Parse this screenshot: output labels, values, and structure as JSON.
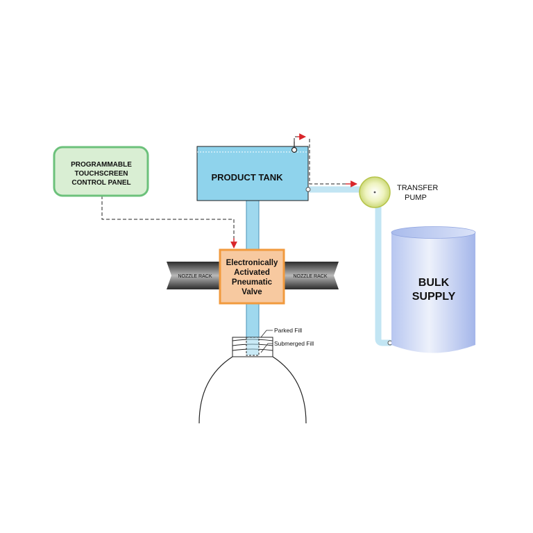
{
  "control_panel": {
    "line1": "PROGRAMMABLE",
    "line2": "TOUCHSCREEN",
    "line3": "CONTROL PANEL"
  },
  "product_tank": {
    "label": "PRODUCT TANK"
  },
  "transfer_pump": {
    "line1": "TRANSFER",
    "line2": "PUMP"
  },
  "bulk_supply": {
    "line1": "BULK",
    "line2": "SUPPLY"
  },
  "nozzle_rack": {
    "left_label": "NOZZLE RACK",
    "right_label": "NOZZLE RACK"
  },
  "valve": {
    "line1": "Electronically",
    "line2": "Activated",
    "line3": "Pneumatic",
    "line4": "Valve"
  },
  "fill_levels": {
    "parked": "Parked Fill",
    "submerged": "Submerged Fill"
  },
  "colors": {
    "fluid": "#9fd8ee",
    "tank_fill": "#8fd3ec",
    "panel_fill": "#d9eed3",
    "panel_border": "#6cc17b",
    "valve_fill": "#f7c9a0",
    "valve_border": "#f19a3e",
    "signal_arrow": "#d9252a",
    "pump_fill": "#e6eeaa",
    "pump_border": "#b6c44a"
  }
}
